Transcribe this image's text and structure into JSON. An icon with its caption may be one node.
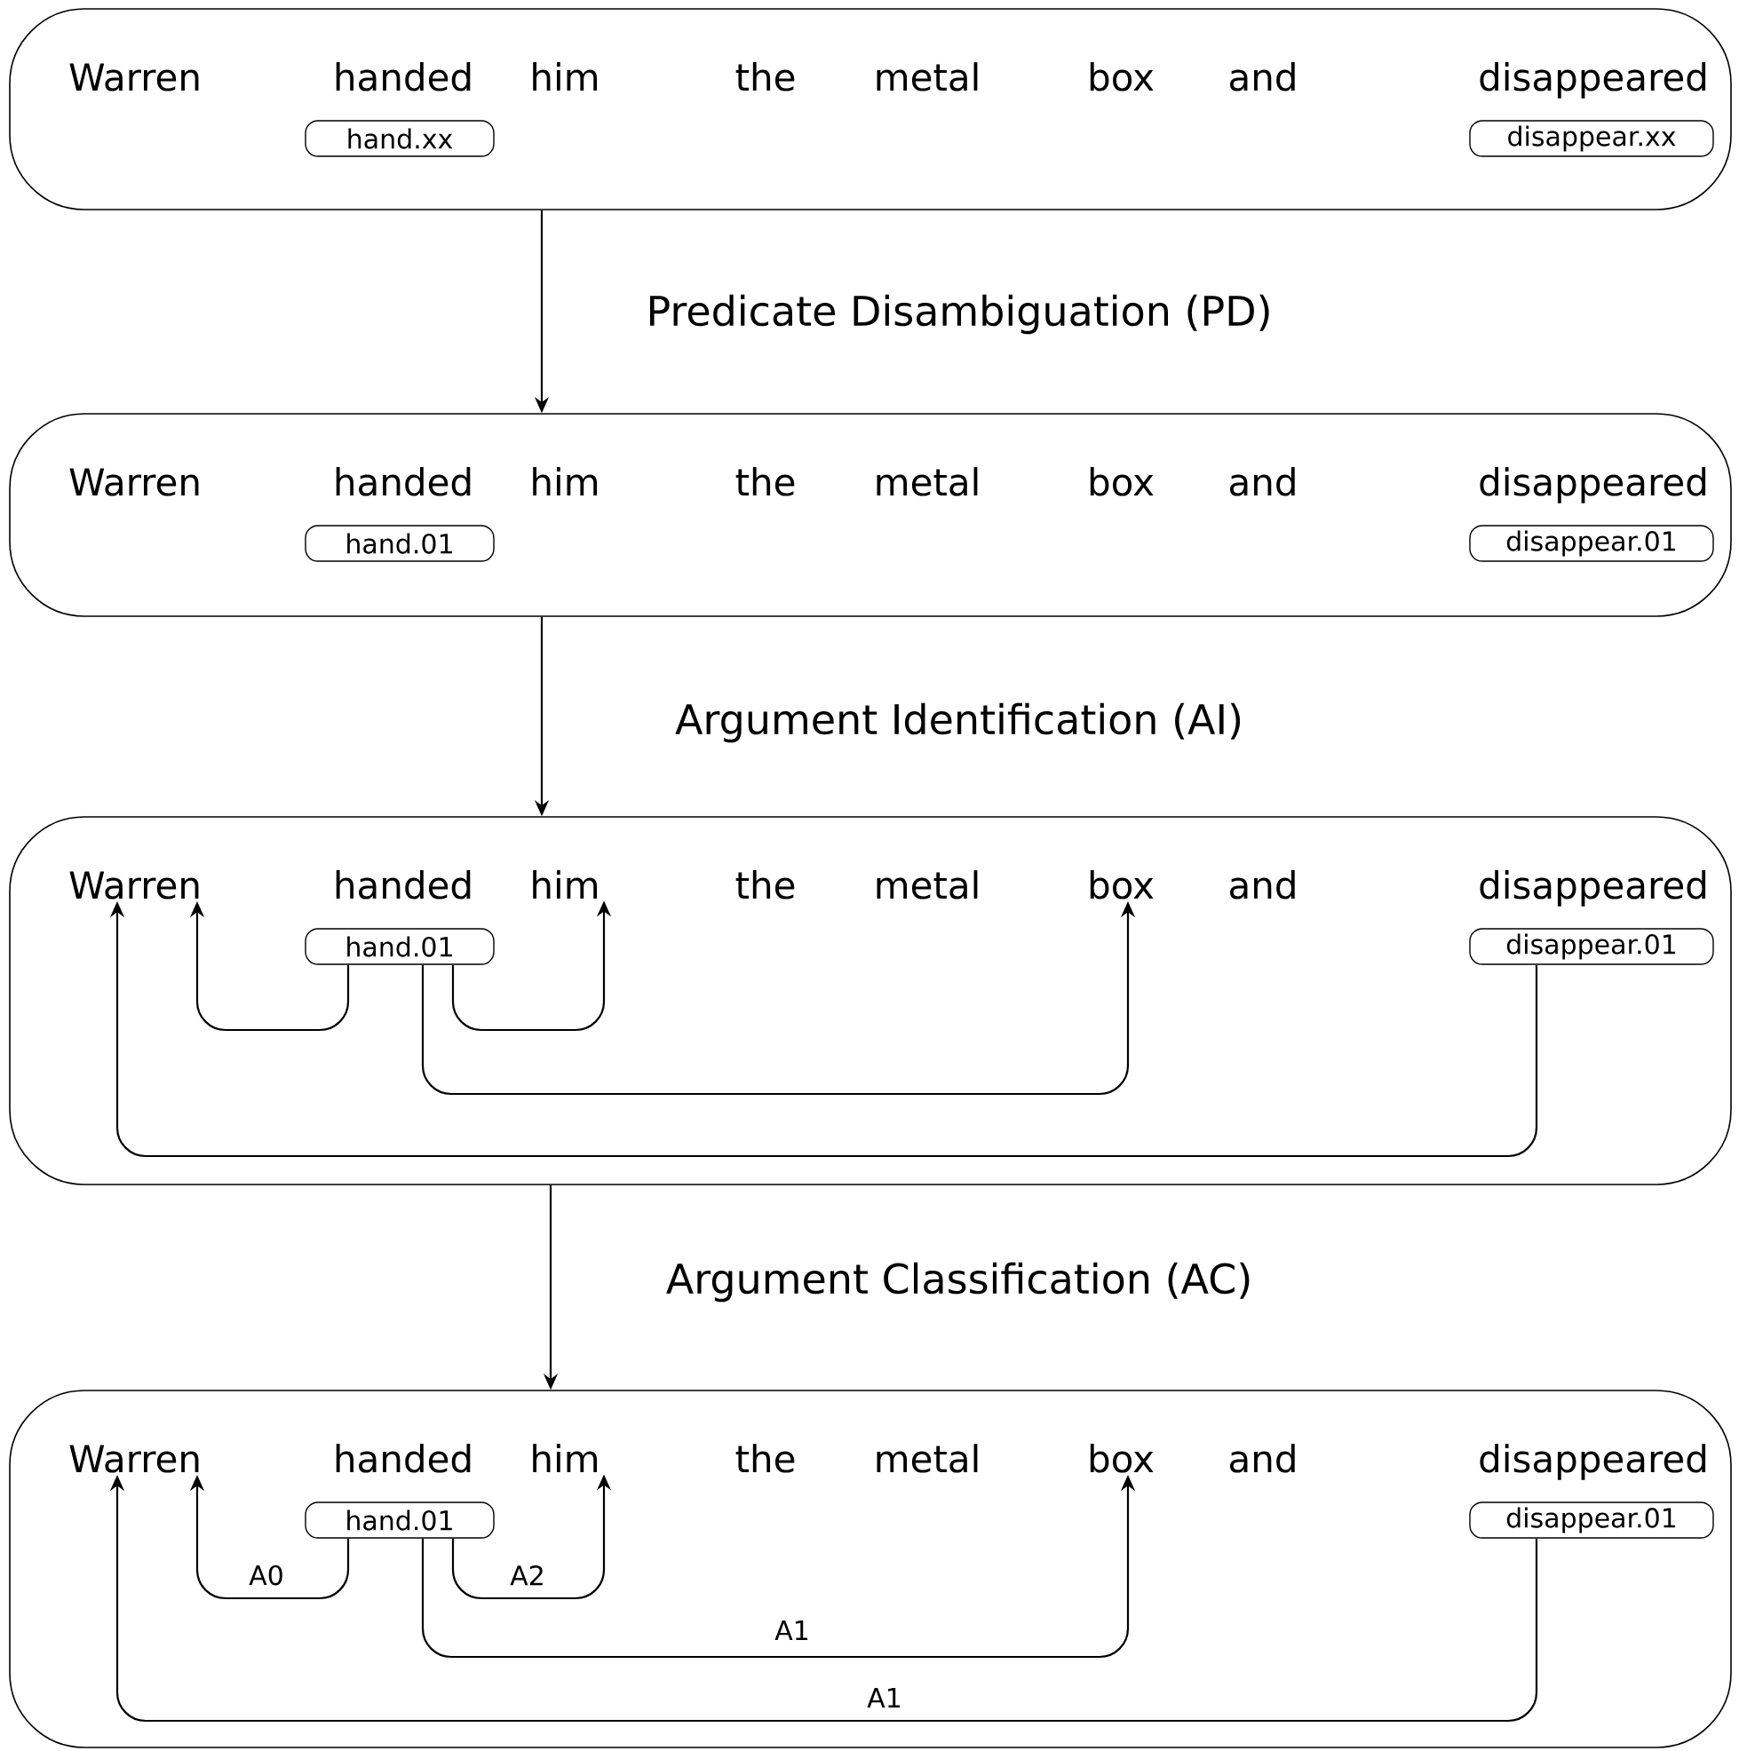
{
  "diagram": {
    "nodes": [
      {
        "text": [],
        "shape": "box"
      },
      {
        "text": [
          "Warren"
        ],
        "in": 0
      },
      {
        "text": [
          "handed"
        ],
        "in": 0
      },
      {
        "text": [
          "him"
        ],
        "in": 0
      },
      {
        "text": [
          "the"
        ],
        "in": 0
      },
      {
        "text": [
          "metal"
        ],
        "in": 0
      },
      {
        "text": [
          "box"
        ],
        "in": 0
      },
      {
        "text": [
          "and"
        ],
        "in": 0
      },
      {
        "text": [
          "disappeared"
        ],
        "in": 0
      },
      {
        "text": [
          "hand.xx"
        ],
        "in": 0
      },
      {
        "text": [
          "disappear.xx"
        ],
        "in": 0
      },
      {
        "text": [],
        "shape": "box"
      },
      {
        "text": [
          "Warren"
        ],
        "in": 11
      },
      {
        "text": [
          "handed"
        ],
        "in": 11
      },
      {
        "text": [
          "him"
        ],
        "in": 11
      },
      {
        "text": [
          "the"
        ],
        "in": 11
      },
      {
        "text": [
          "metal"
        ],
        "in": 11
      },
      {
        "text": [
          "box"
        ],
        "in": 11
      },
      {
        "text": [
          "and"
        ],
        "in": 11
      },
      {
        "text": [
          "disappeared"
        ],
        "in": 11
      },
      {
        "text": [
          "hand.01"
        ],
        "in": 11
      },
      {
        "text": [
          "disappear.01"
        ],
        "in": 11
      },
      {
        "text": [],
        "shape": "box"
      },
      {
        "text": [
          "Warren"
        ],
        "in": 22
      },
      {
        "text": [
          "handed"
        ],
        "in": 22
      },
      {
        "text": [
          "him"
        ],
        "in": 22
      },
      {
        "text": [
          "the"
        ],
        "in": 22
      },
      {
        "text": [
          "metal"
        ],
        "in": 22
      },
      {
        "text": [
          "box"
        ],
        "in": 22
      },
      {
        "text": [
          "and"
        ],
        "in": 22
      },
      {
        "text": [
          "disappeared"
        ],
        "in": 22
      },
      {
        "text": [
          "hand.01"
        ],
        "in": 22
      },
      {
        "text": [
          "disappear.01"
        ],
        "in": 22
      },
      {
        "text": [],
        "shape": "box"
      },
      {
        "text": [
          "Warren"
        ],
        "in": 33
      },
      {
        "text": [
          "handed"
        ],
        "in": 33
      },
      {
        "text": [
          "him"
        ],
        "in": 33
      },
      {
        "text": [
          "the"
        ],
        "in": 33
      },
      {
        "text": [
          "metal"
        ],
        "in": 33
      },
      {
        "text": [
          "box"
        ],
        "in": 33
      },
      {
        "text": [
          "and"
        ],
        "in": 33
      },
      {
        "text": [
          "disappeared"
        ],
        "in": 33
      },
      {
        "text": [
          "hand.01"
        ],
        "in": 33
      },
      {
        "text": [
          "disappear.01"
        ],
        "in": 33
      }
    ],
    "edges": [
      {
        "from": 0,
        "to": 11,
        "arrow": "to",
        "label": "Predicate Disambiguation (PD)"
      },
      {
        "from": 11,
        "to": 22,
        "arrow": "to",
        "label": "Argument Identification (AI)"
      },
      {
        "from": 22,
        "to": 33,
        "arrow": "to",
        "label": "Argument Classification (AC)"
      },
      {
        "from": 31,
        "to": 23,
        "arrow": "to"
      },
      {
        "from": 31,
        "to": 25,
        "arrow": "to"
      },
      {
        "from": 31,
        "to": 28,
        "arrow": "to"
      },
      {
        "from": 32,
        "to": 23,
        "arrow": "to"
      },
      {
        "from": 42,
        "to": 34,
        "arrow": "to",
        "label": "A0"
      },
      {
        "from": 42,
        "to": 36,
        "arrow": "to",
        "label": "A2"
      },
      {
        "from": 42,
        "to": 39,
        "arrow": "to",
        "label": "A1"
      },
      {
        "from": 43,
        "to": 34,
        "arrow": "to",
        "label": "A1"
      }
    ]
  }
}
